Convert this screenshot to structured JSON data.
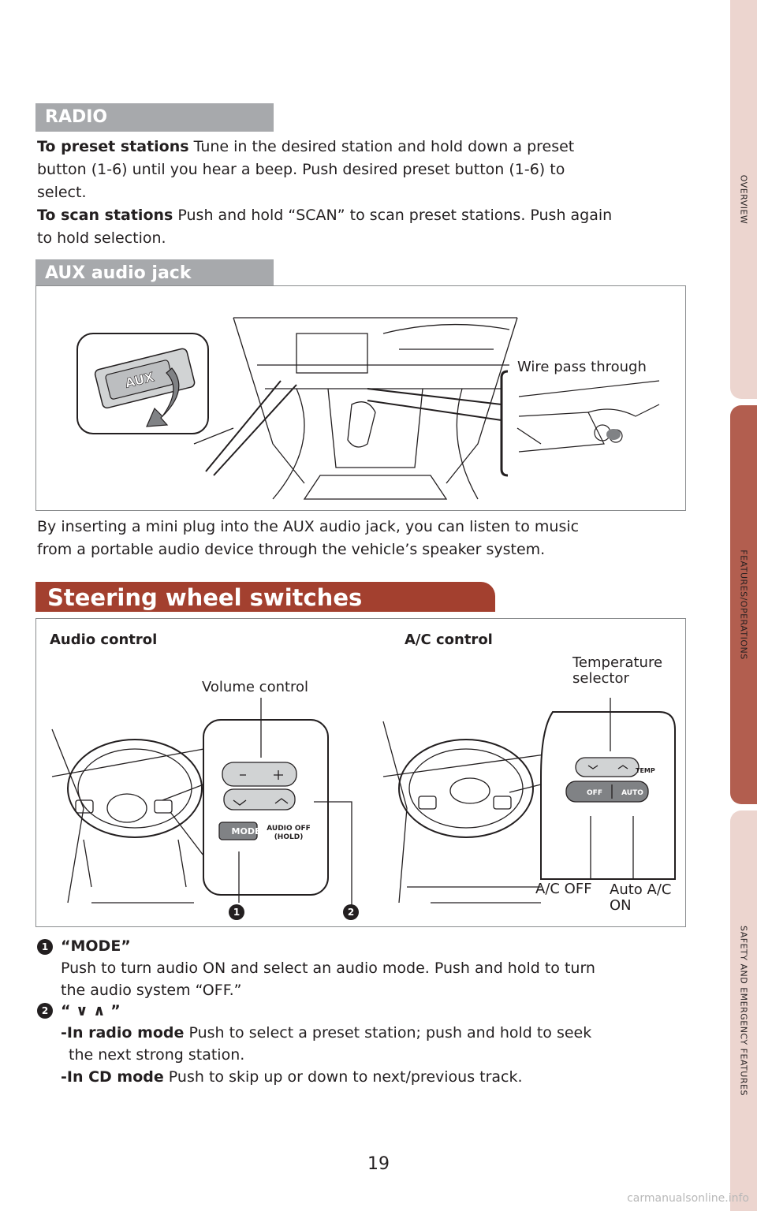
{
  "side_tabs": [
    "OVERVIEW",
    "FEATURES/OPERATIONS",
    "SAFETY AND EMERGENCY FEATURES"
  ],
  "radio": {
    "heading": "RADIO",
    "preset_label": "To preset stations",
    "preset_text_1": " Tune in the desired station and hold down a preset",
    "preset_text_2": "button (1-6) until you hear a beep. Push desired preset button (1-6) to",
    "preset_text_3": "select.",
    "scan_label": "To scan stations",
    "scan_text_1": " Push and hold “SCAN” to scan preset stations. Push again",
    "scan_text_2": "to hold selection."
  },
  "aux": {
    "heading": "AUX audio jack",
    "aux_button_text": "AUX",
    "wire_label": "Wire pass through",
    "desc_1": "By inserting a mini plug into the AUX audio jack, you can listen to music",
    "desc_2": "from a portable audio device through the vehicle’s speaker system."
  },
  "steering": {
    "heading": "Steering wheel switches",
    "audio_control": "Audio control",
    "ac_control": "A/C control",
    "volume_control": "Volume control",
    "mode_button": "MODE",
    "audio_off_1": "AUDIO OFF",
    "audio_off_2": "(HOLD)",
    "temp_selector_1": "Temperature",
    "temp_selector_2": "selector",
    "temp_button": "TEMP",
    "off_button": "OFF",
    "auto_button": "AUTO",
    "ac_off": "A/C OFF",
    "auto_ac_1": "Auto A/C",
    "auto_ac_2": "ON",
    "marker_1": "1",
    "marker_2": "2"
  },
  "items": {
    "n1": "1",
    "mode_title": "“MODE”",
    "mode_desc_1": "Push to turn audio ON and select an audio mode. Push and hold to turn",
    "mode_desc_2": "the audio system “OFF.”",
    "n2": "2",
    "arrows_title": "“ ∨ ∧ ”",
    "radio_mode_label": "-In radio mode",
    "radio_mode_text_1": " Push to select a preset station; push and hold to seek",
    "radio_mode_text_2": "the next strong station.",
    "cd_mode_label": "-In CD mode",
    "cd_mode_text": " Push to skip up or down to next/previous track."
  },
  "page_number": "19",
  "watermark": "carmanualsonline.info"
}
